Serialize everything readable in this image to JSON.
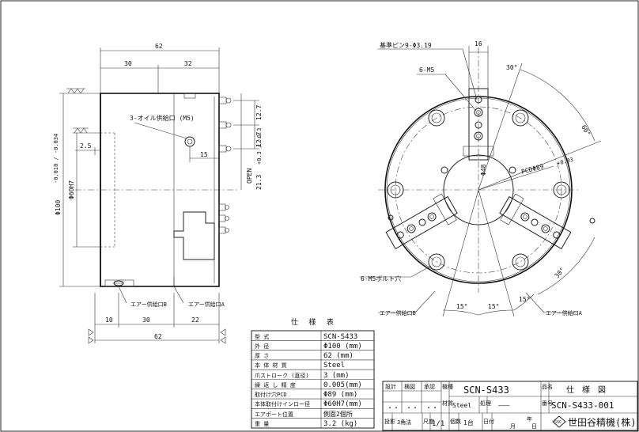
{
  "dims": {
    "d62_top": "62",
    "d30_top": "30",
    "d32_top": "32",
    "d2_5": "2.5",
    "d15": "15",
    "d10": "10",
    "d30_bot": "30",
    "d22": "22",
    "d62_bot": "62",
    "d16": "16",
    "dia100": "Φ100",
    "dia100_tol": "-0.010 / -0.034",
    "dia60": "Φ60H7",
    "open": "OPEN",
    "open_val": "21.3",
    "open_tol": "+0.3 / -0.3",
    "d12_7a": "12.7",
    "d12_7b": "12.7",
    "pcd": "PCDΦ89",
    "pcd_tol": "+0.03",
    "dia48": "Φ48",
    "ang30_top": "30°",
    "ang60": "60°",
    "ang30_right": "30°",
    "ang15_a": "15°",
    "ang15_b": "15°",
    "ang15_c": "15°"
  },
  "labels": {
    "oil_port": "3-オイル供給口 (M5)",
    "air_b_left": "エアー供給口B",
    "air_a_left": "エアー供給口A",
    "pin": "基準ピン9-Φ3.19",
    "m5_six": "6-M5",
    "bolt_hole": "6-M5ボルト穴",
    "air_b_right": "エアー供給口B",
    "air_a_right": "エアー供給口A"
  },
  "spec": {
    "title": "仕 様 表",
    "rows": [
      {
        "k": "型 式",
        "v": "SCN-S433"
      },
      {
        "k": "外 径",
        "v": "Φ100 (mm)"
      },
      {
        "k": "厚 さ",
        "v": "62 (mm)"
      },
      {
        "k": "本 体 材 質",
        "v": "Steel"
      },
      {
        "k": "爪ストローク (直径)",
        "v": "3 (mm)"
      },
      {
        "k": "繰 返 し 精 度",
        "v": "0.005(mm)"
      },
      {
        "k": "取付け穴PCD",
        "v": "Φ89 (mm)"
      },
      {
        "k": "本体取付けインロー径",
        "v": "Φ60H7(mm)"
      },
      {
        "k": "エアポート位置",
        "v": "側面2個所"
      },
      {
        "k": "重 量",
        "v": "3.2 (kg)"
      }
    ]
  },
  "titleblock": {
    "h1": "設計",
    "h2": "検図",
    "h3": "承認",
    "kind_label": "機種",
    "model": "SCN-S433",
    "material_label": "材質",
    "material": "Steel",
    "treat_label": "処理",
    "treat": "———",
    "name_label": "品名",
    "name": "仕　様　図",
    "no_label": "番号",
    "number": "SCN-S433-001",
    "proj_label": "投影",
    "proj": "3角法",
    "scale_label": "尺度",
    "scale": "1/1",
    "qty_label": "個数",
    "qty": "1台",
    "date_label": "日付",
    "year": "年",
    "month": "月",
    "day": "日",
    "dots1": "・・",
    "dots2": "・・",
    "dots3": "・・",
    "company": "世田谷精機(株)",
    "logo": "SSC"
  }
}
